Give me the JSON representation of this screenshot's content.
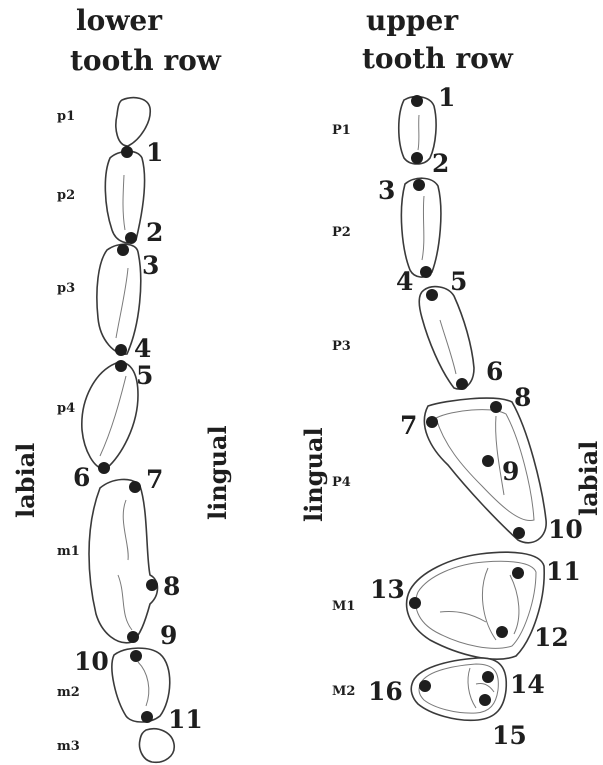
{
  "headers": {
    "lower_line1": "lower",
    "lower_line2": "tooth row",
    "upper_line1": "upper",
    "upper_line2": "tooth row"
  },
  "side_labels": {
    "lower_left": "labial",
    "lower_right": "lingual",
    "upper_left": "lingual",
    "upper_right": "labial"
  },
  "lower_teeth": [
    "p1",
    "p2",
    "p3",
    "p4",
    "m1",
    "m2",
    "m3"
  ],
  "upper_teeth": [
    "P1",
    "P2",
    "P3",
    "P4",
    "M1",
    "M2"
  ],
  "lower_landmarks": [
    "1",
    "2",
    "3",
    "4",
    "5",
    "6",
    "7",
    "8",
    "9",
    "10",
    "11"
  ],
  "upper_landmarks": [
    "1",
    "2",
    "3",
    "4",
    "5",
    "6",
    "7",
    "8",
    "9",
    "10",
    "11",
    "12",
    "13",
    "14",
    "15",
    "16"
  ],
  "colors": {
    "ink": "#1e1e1e",
    "outline": "#3a3a3a",
    "background": "#ffffff"
  }
}
